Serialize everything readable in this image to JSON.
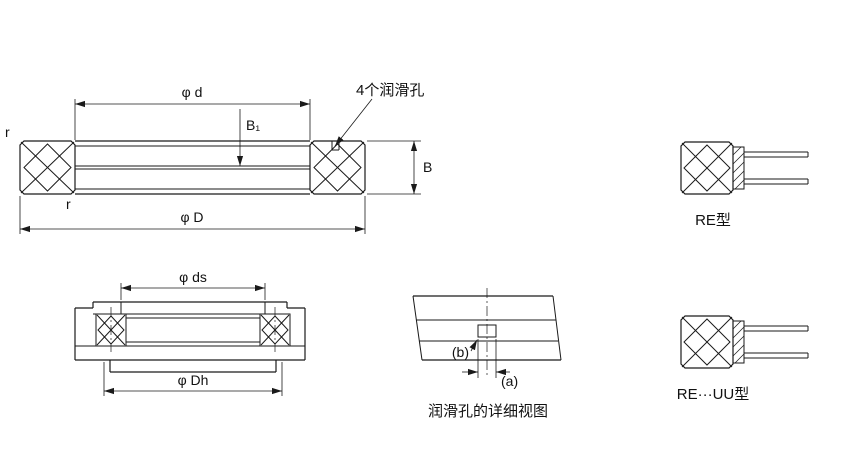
{
  "figures": {
    "main_section": {
      "dim_d": "φ d",
      "dim_B1": "B₁",
      "lube_holes_note": "4个润滑孔",
      "dim_B": "B",
      "dim_r_outer": "r",
      "dim_r_inner": "r",
      "dim_D": "φ D"
    },
    "re_type": {
      "caption": "RE型"
    },
    "mounting_section": {
      "dim_ds": "φ ds",
      "dim_Dh": "φ Dh"
    },
    "lube_hole_detail": {
      "dim_b": "(b)",
      "dim_a": "(a)",
      "caption": "润滑孔的详细视图"
    },
    "re_uu_type": {
      "caption": "RE···UU型"
    }
  },
  "colors": {
    "line": "#1a1a1a",
    "text": "#111111",
    "background": "#ffffff"
  }
}
